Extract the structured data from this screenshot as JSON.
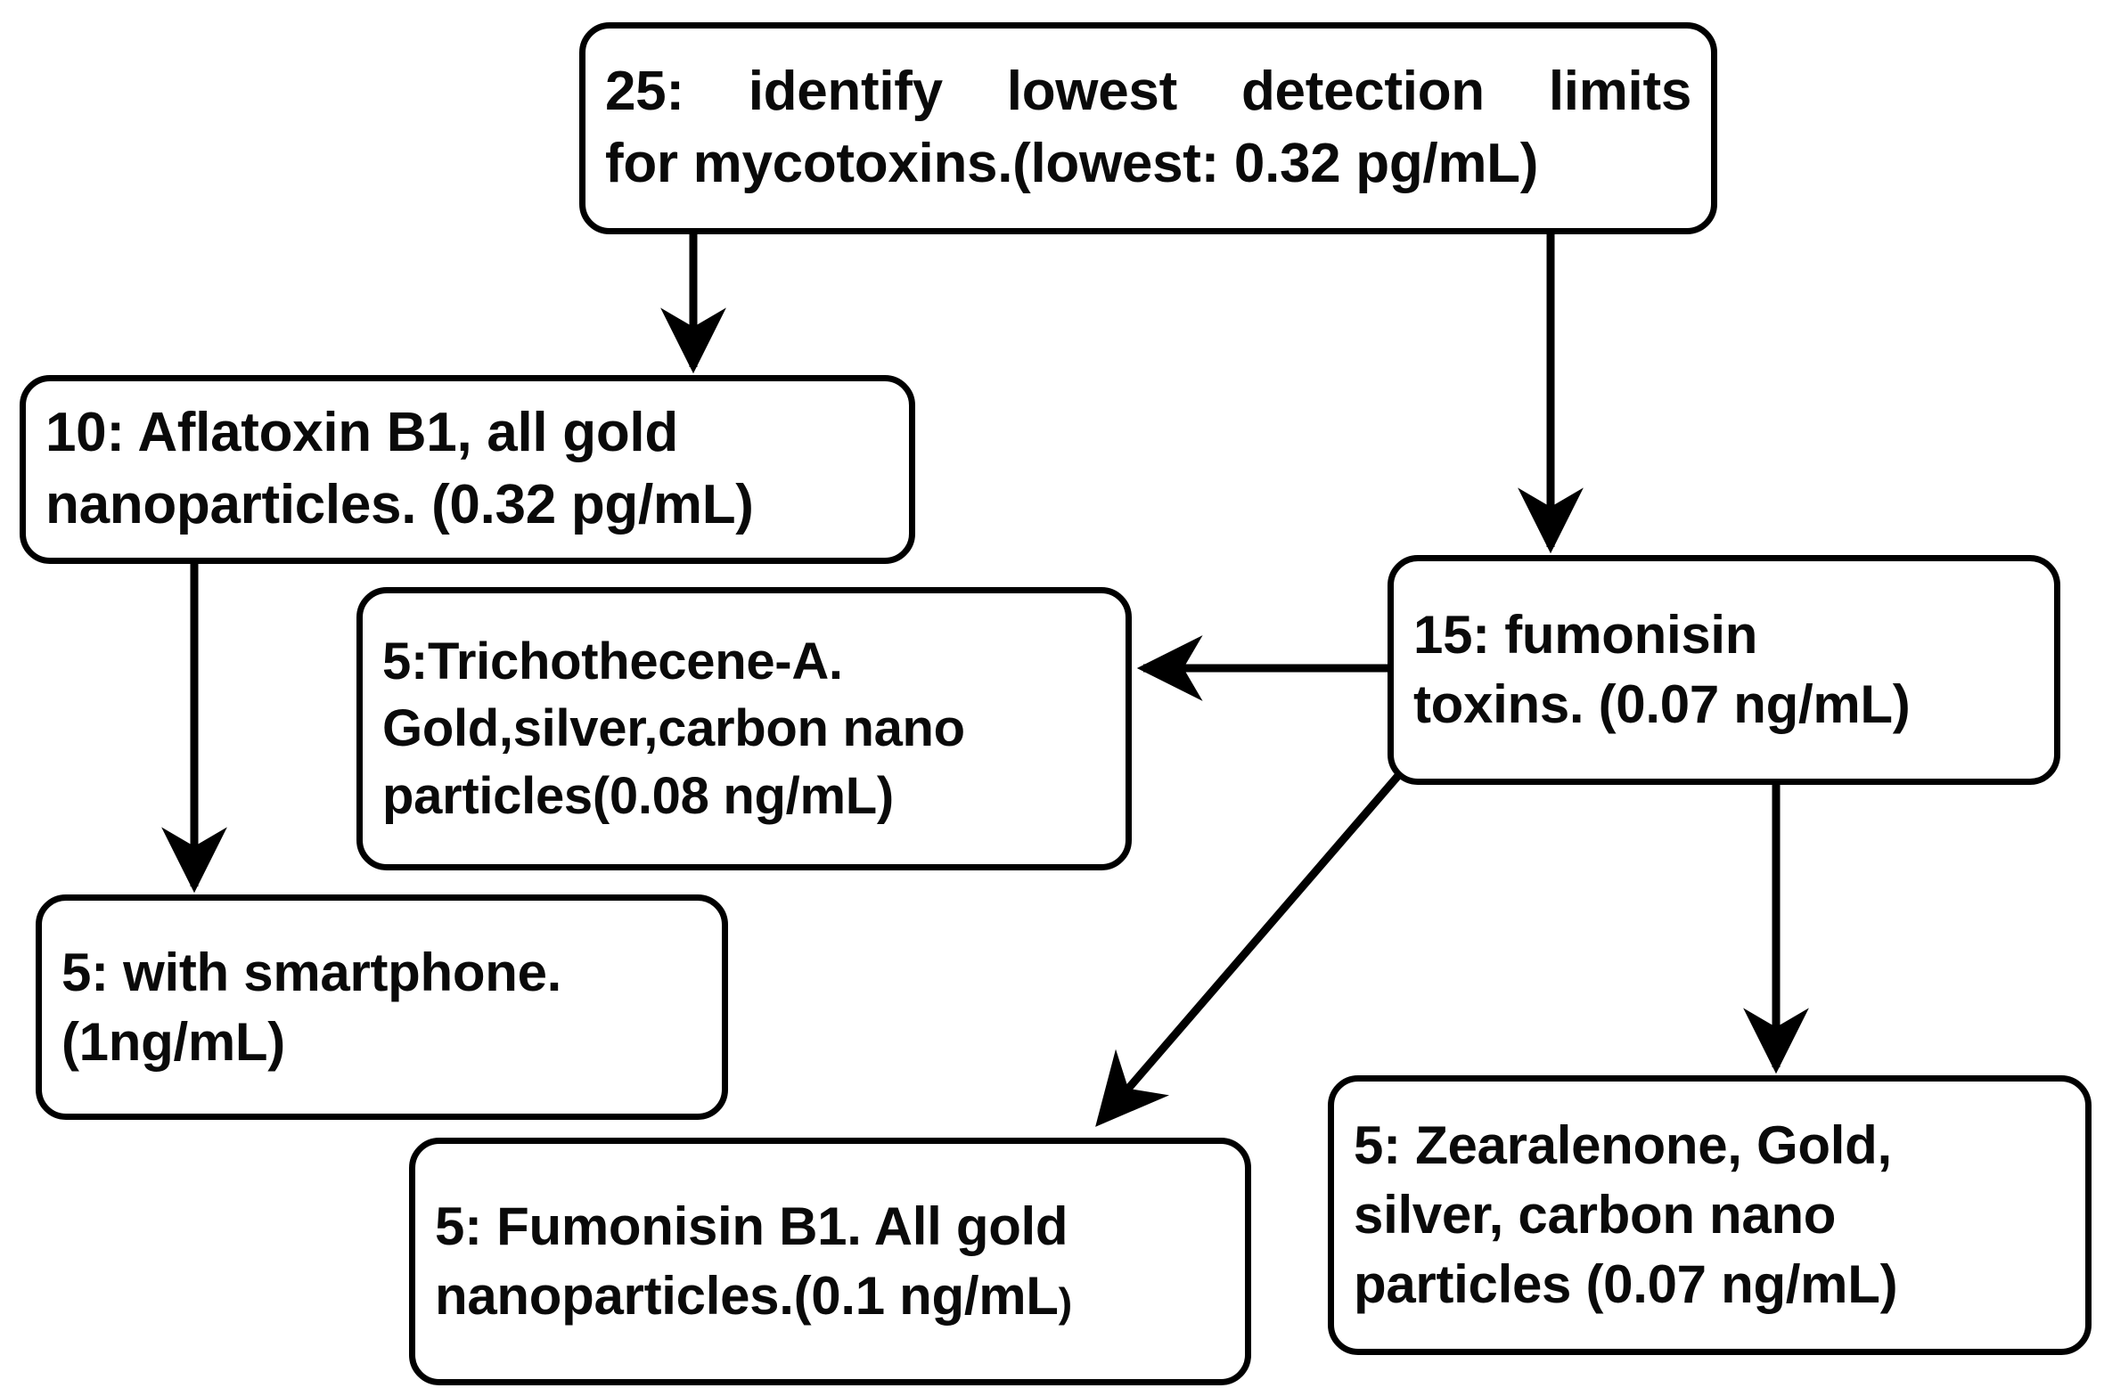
{
  "diagram": {
    "type": "flowchart",
    "background_color": "#ffffff",
    "stroke_color": "#000000",
    "text_color": "#0a0a0a",
    "nodes": [
      {
        "id": "top",
        "name": "node-detection-limits",
        "line1": "25: identify lowest detection limits",
        "line2": "for mycotoxins.(lowest: 0.32 pg/mL)",
        "count": "25",
        "value": "0.32 pg/mL"
      },
      {
        "id": "aflatoxin",
        "name": "node-aflatoxin-b1",
        "line1": "10:  Aflatoxin  B1,  all  gold",
        "line2": "nanoparticles. (0.32 pg/mL)",
        "count": "10",
        "value": "0.32 pg/mL"
      },
      {
        "id": "trichothecene",
        "name": "node-trichothecene-a",
        "line1": "5:Trichothecene-A.",
        "line2": "Gold,silver,carbon  nano",
        "line3": "particles(0.08 ng/mL)",
        "count": "5",
        "value": "0.08 ng/mL"
      },
      {
        "id": "fumonisin_toxins",
        "name": "node-fumonisin-toxins",
        "line1": "15:                fumonisin",
        "line2": "toxins.  (0.07  ng/mL)",
        "count": "15",
        "value": "0.07 ng/mL"
      },
      {
        "id": "smartphone",
        "name": "node-smartphone",
        "line1": "5:  with  smartphone.",
        "line2": "(1ng/mL)",
        "count": "5",
        "value": "1ng/mL"
      },
      {
        "id": "fumonisin_b1",
        "name": "node-fumonisin-b1",
        "line1": "5: Fumonisin B1. All gold",
        "line2": "nanoparticles.(0.1 ng/mL",
        "line2_tail": ")",
        "count": "5",
        "value": "0.1 ng/mL"
      },
      {
        "id": "zearalenone",
        "name": "node-zearalenone",
        "line1": "5:  Zearalenone,  Gold,",
        "line2": "silver,    carbon    nano",
        "line3": "particles  (0.07 ng/mL)",
        "count": "5",
        "value": "0.07 ng/mL"
      }
    ],
    "edges": [
      {
        "id": "e1",
        "name": "arrow-top-to-aflatoxin",
        "from": "top",
        "to": "aflatoxin",
        "style": "vertical"
      },
      {
        "id": "e2",
        "name": "arrow-top-to-fumonisin-toxins",
        "from": "top",
        "to": "fumonisin_toxins",
        "style": "vertical"
      },
      {
        "id": "e3",
        "name": "arrow-aflatoxin-to-smartphone",
        "from": "aflatoxin",
        "to": "smartphone",
        "style": "vertical"
      },
      {
        "id": "e4",
        "name": "arrow-fumonisin-to-trichothecene",
        "from": "fumonisin_toxins",
        "to": "trichothecene",
        "style": "horizontal"
      },
      {
        "id": "e5",
        "name": "arrow-fumonisin-to-fumonisin-b1",
        "from": "fumonisin_toxins",
        "to": "fumonisin_b1",
        "style": "diagonal"
      },
      {
        "id": "e6",
        "name": "arrow-fumonisin-to-zearalenone",
        "from": "fumonisin_toxins",
        "to": "zearalenone",
        "style": "vertical"
      }
    ]
  }
}
